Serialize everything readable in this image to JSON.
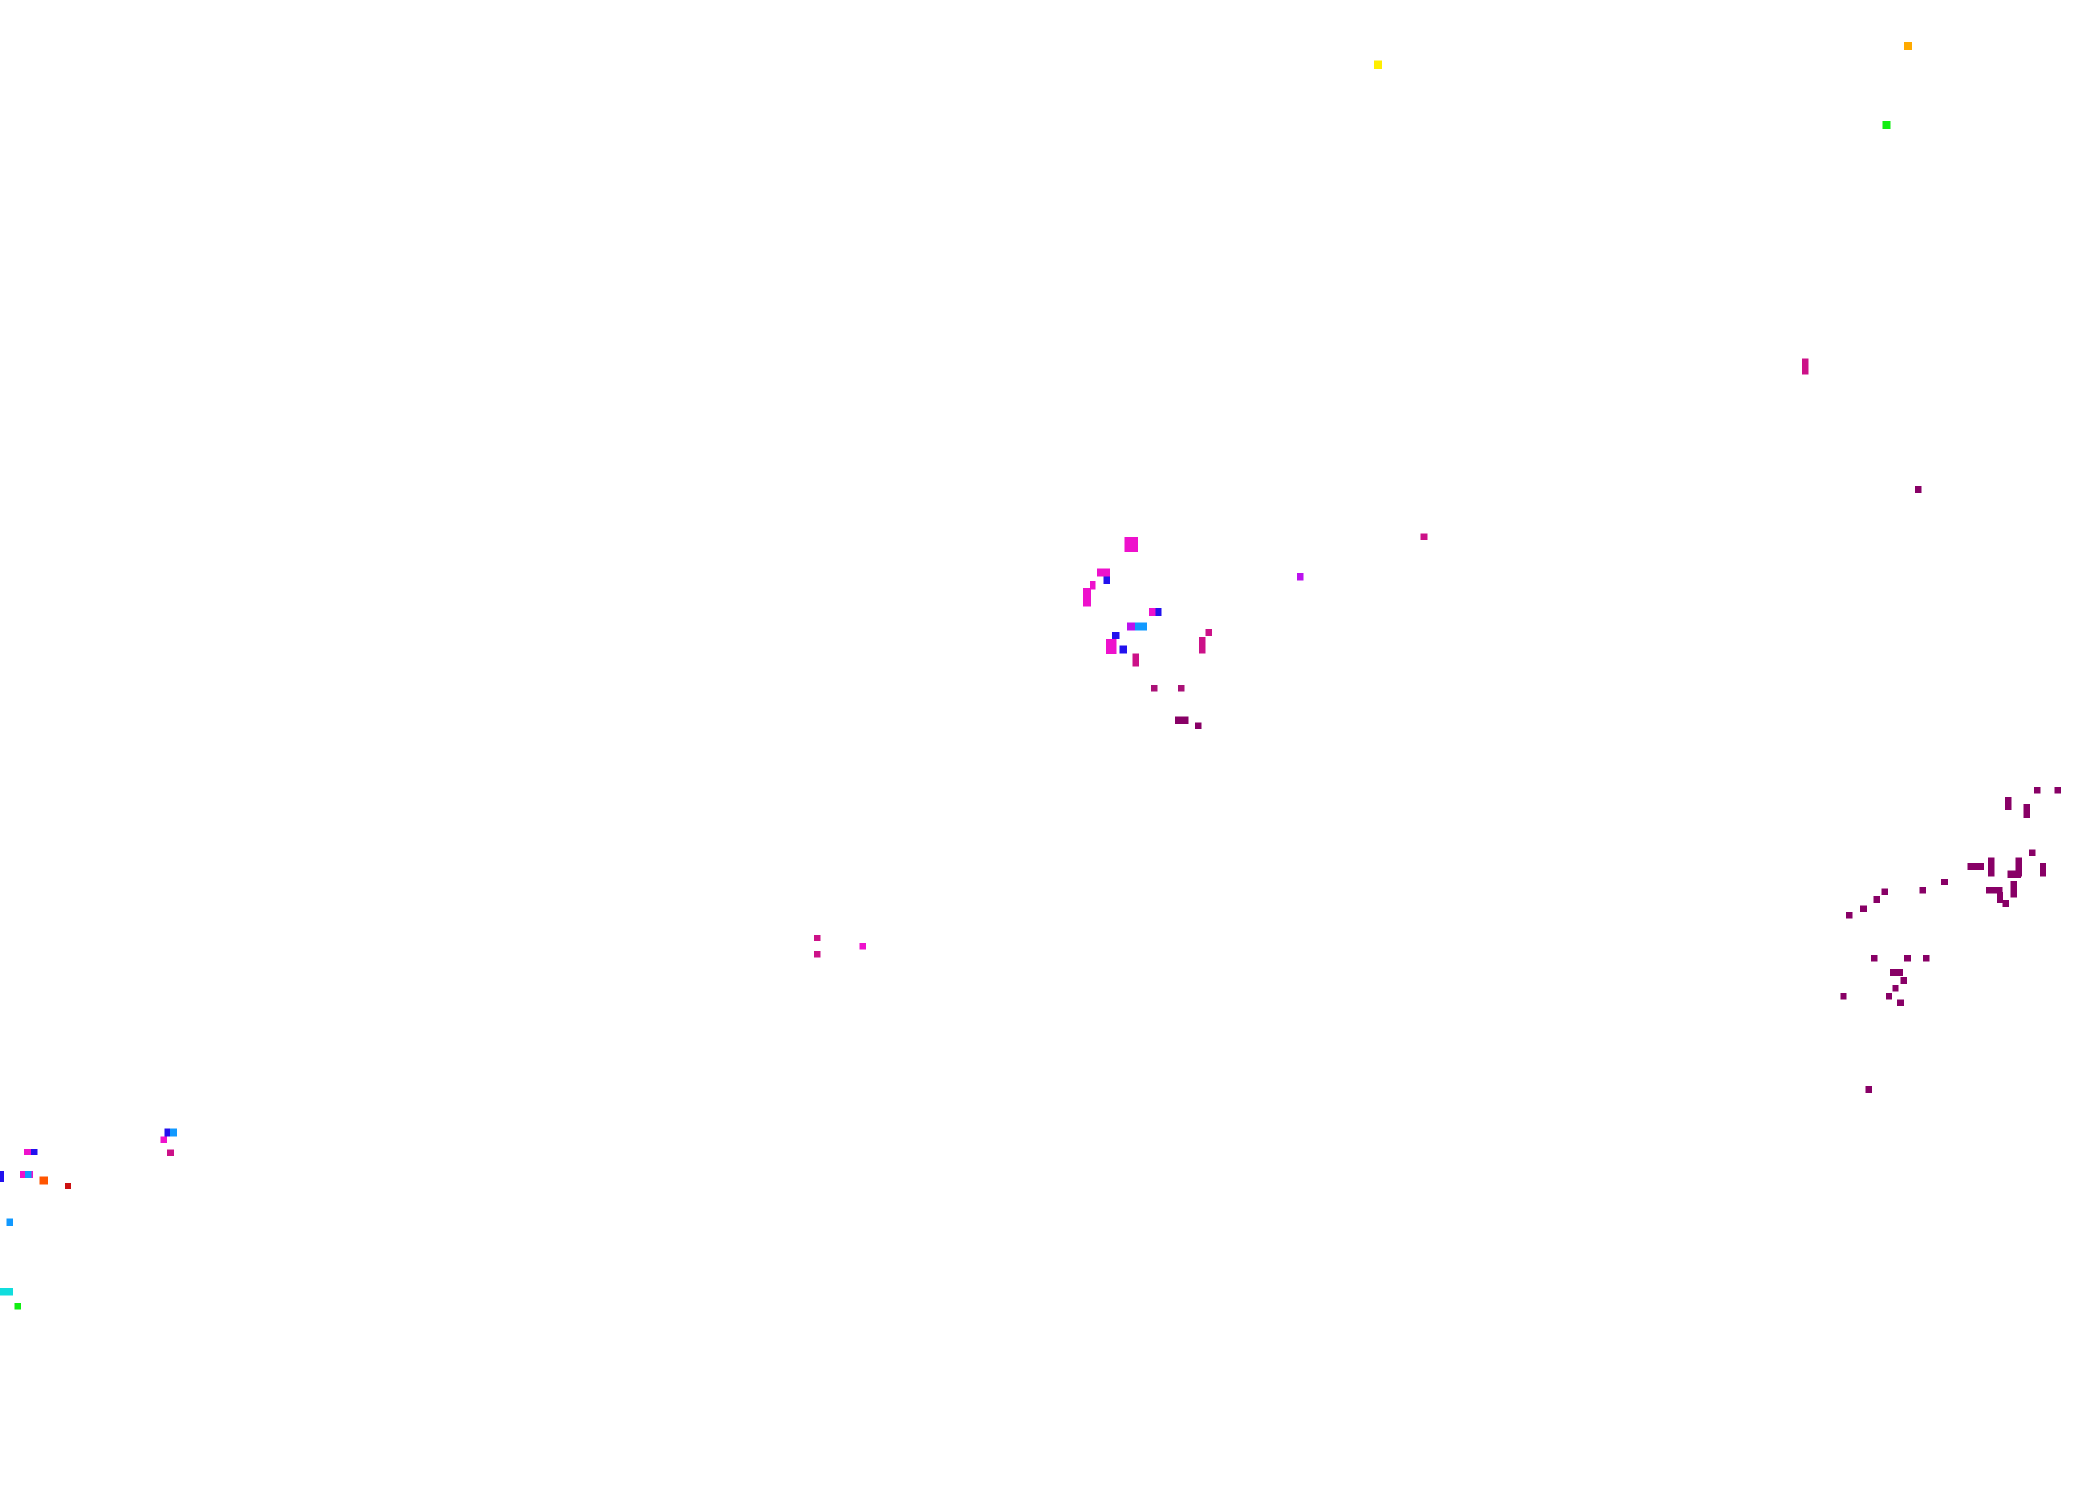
{
  "background": "#ffffff",
  "palette": {
    "yellow": "#ffee00",
    "orange": "#ffaa00",
    "green": "#11ee11",
    "magenta": "#ee11cc",
    "violet": "#bb11ee",
    "purple": "#880066",
    "blue": "#2211ee",
    "sky": "#1199ff",
    "cyan": "#11dddd",
    "red_orange": "#ff5500",
    "dark_red": "#cc1111"
  },
  "clusters": [
    {
      "name": "upper-right-cluster",
      "colors": [
        "#ffee00",
        "#ffaa00",
        "#11ee11",
        "#cc1188",
        "#880066"
      ]
    },
    {
      "name": "center-cluster",
      "colors": [
        "#ee11cc",
        "#2211ee",
        "#bb11ee",
        "#1199ff",
        "#cc1188"
      ]
    },
    {
      "name": "middle-left-cluster",
      "colors": [
        "#cc1188",
        "#ee11cc"
      ]
    },
    {
      "name": "right-cluster",
      "colors": [
        "#880066"
      ]
    },
    {
      "name": "lower-left-cluster",
      "colors": [
        "#ee11cc",
        "#2211ee",
        "#1199ff",
        "#ff5500",
        "#cc1111",
        "#11dddd",
        "#11ee11"
      ]
    }
  ]
}
